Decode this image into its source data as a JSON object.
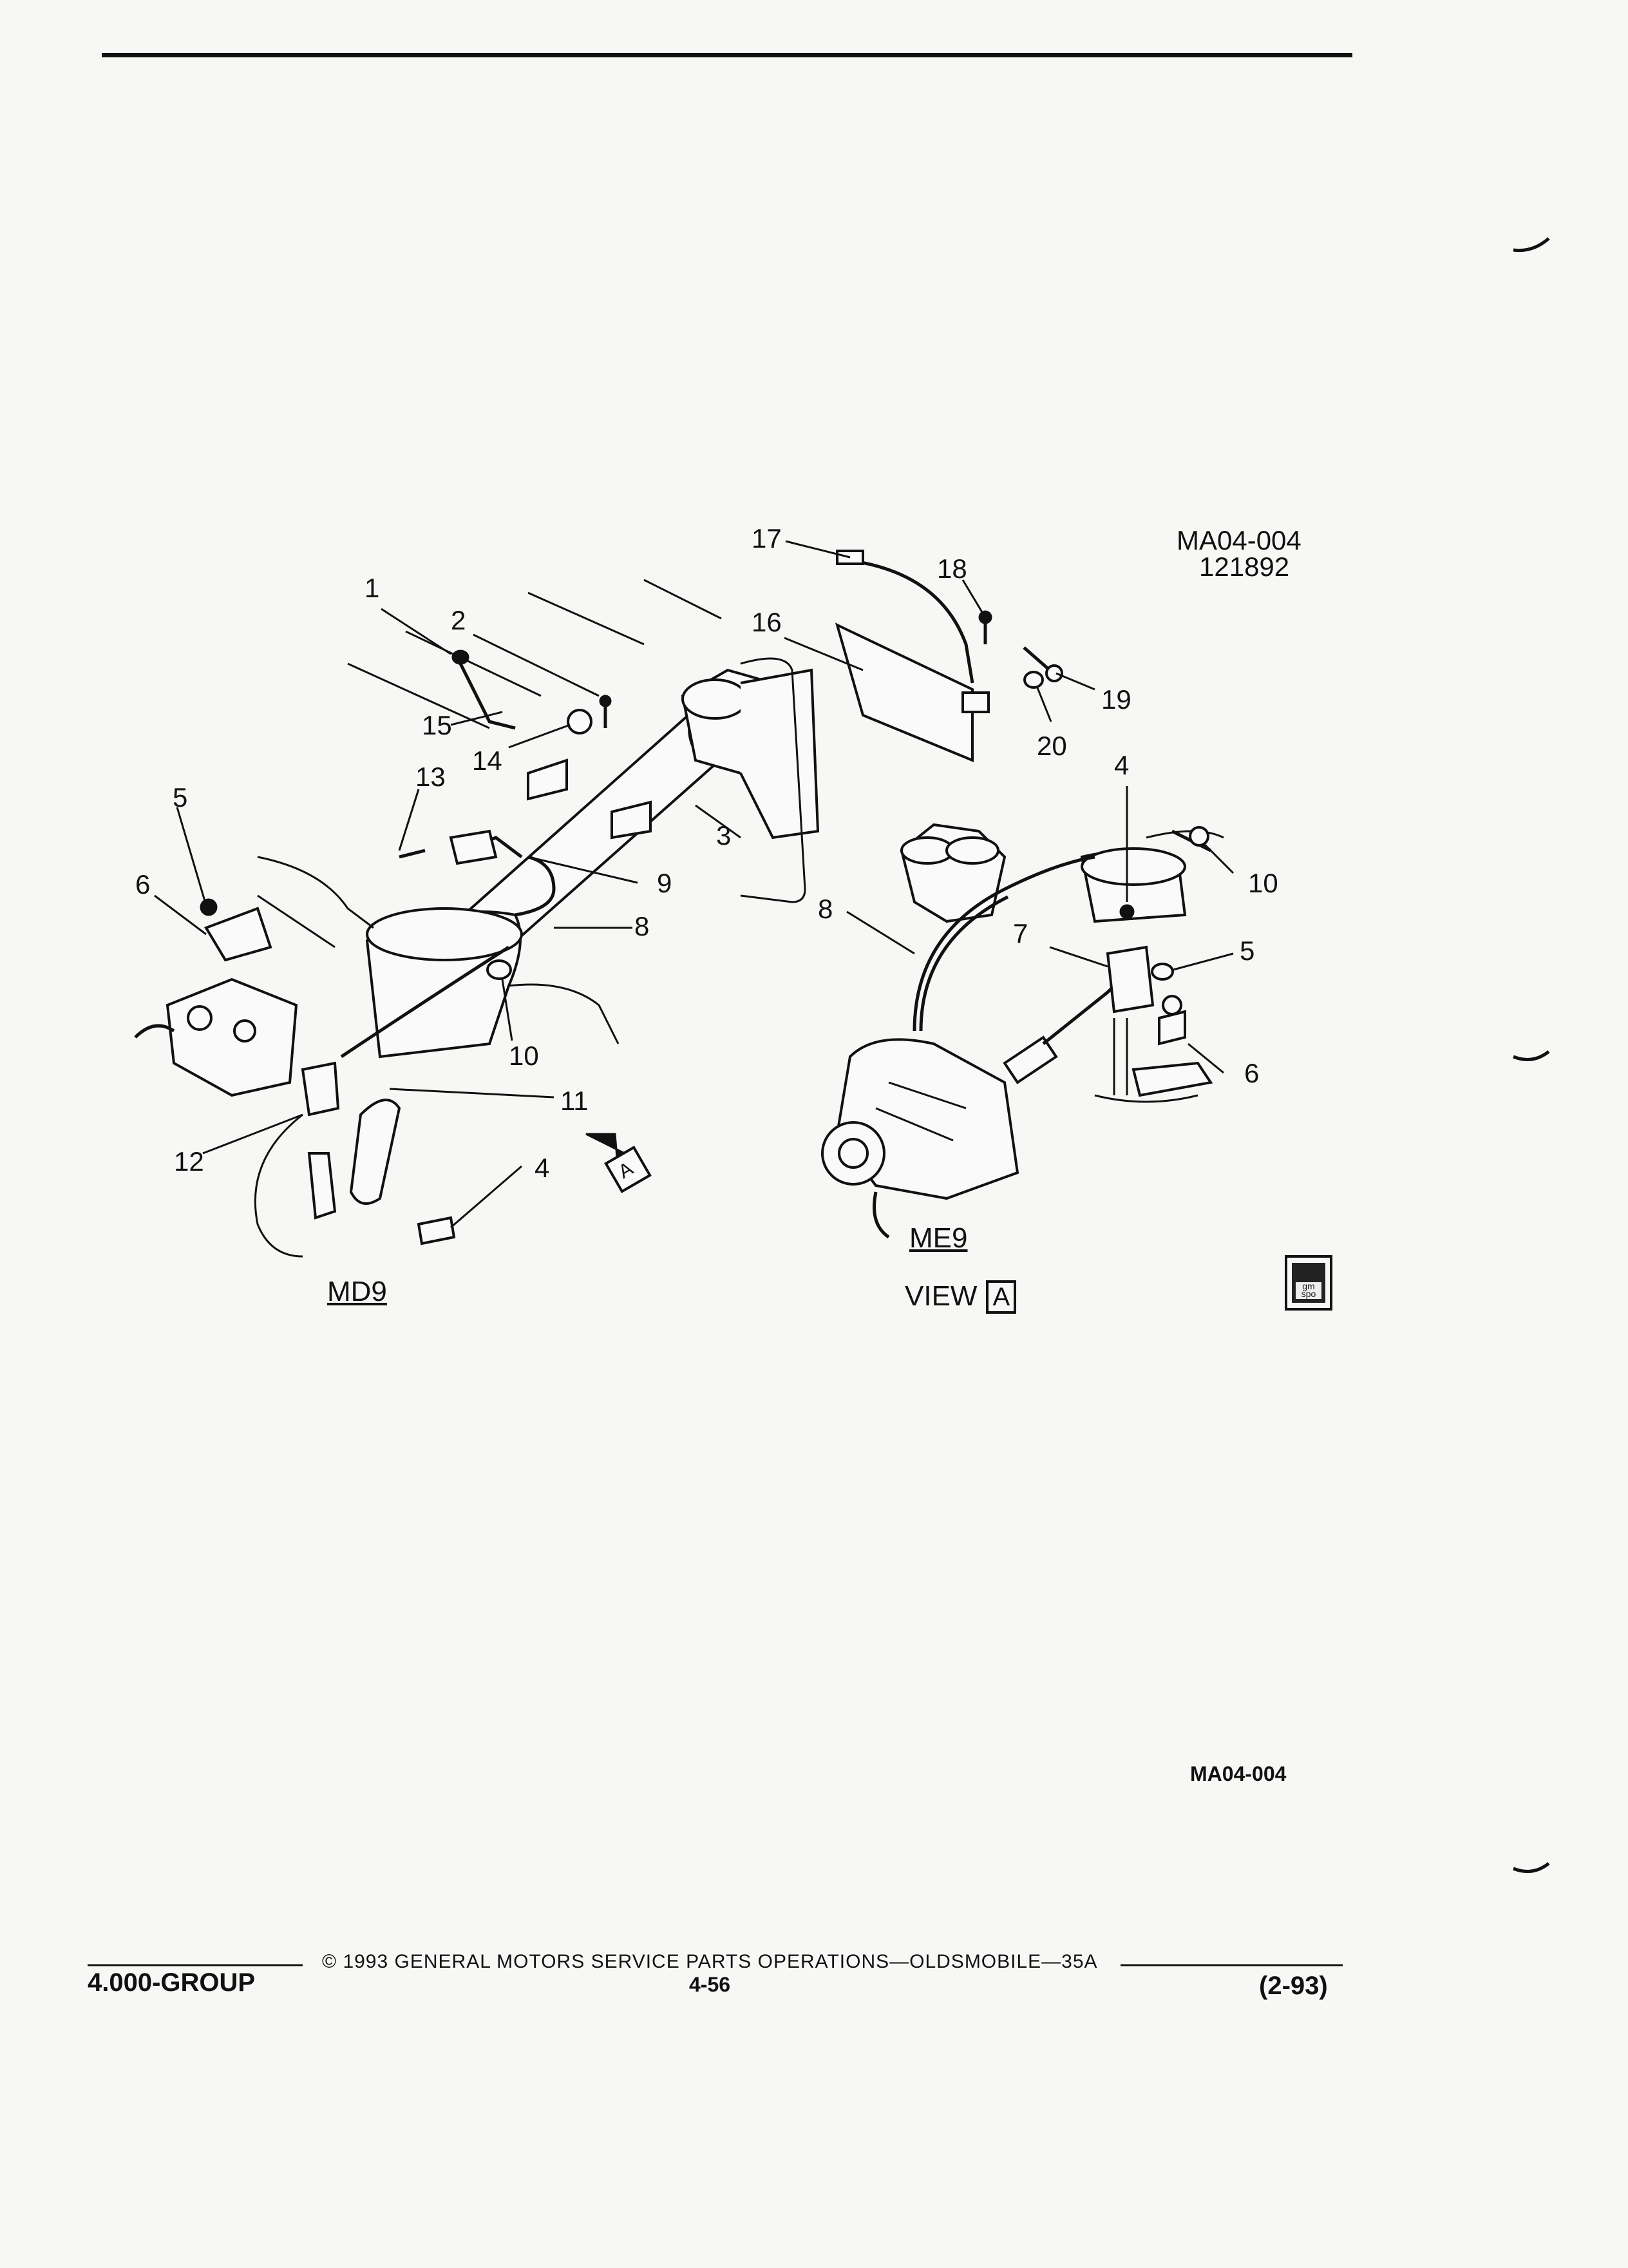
{
  "figure": {
    "ref_code": "MA04-004",
    "ref_date": "121892",
    "callouts": [
      "1",
      "2",
      "3",
      "4",
      "5",
      "6",
      "7",
      "8",
      "9",
      "10",
      "11",
      "12",
      "13",
      "14",
      "15",
      "16",
      "17",
      "18",
      "19",
      "20"
    ],
    "left_view_label": "MD9",
    "right_view_label": "ME9",
    "view_text": "VIEW",
    "view_letter": "A",
    "arrow_letter": "A",
    "bottom_code": "MA04-004",
    "logo_text": [
      "gm",
      "spo"
    ]
  },
  "footer": {
    "copyright": "© 1993 GENERAL MOTORS SERVICE PARTS OPERATIONS—OLDSMOBILE—35A",
    "group": "4.000-GROUP",
    "page": "4-56",
    "revision": "(2-93)"
  }
}
